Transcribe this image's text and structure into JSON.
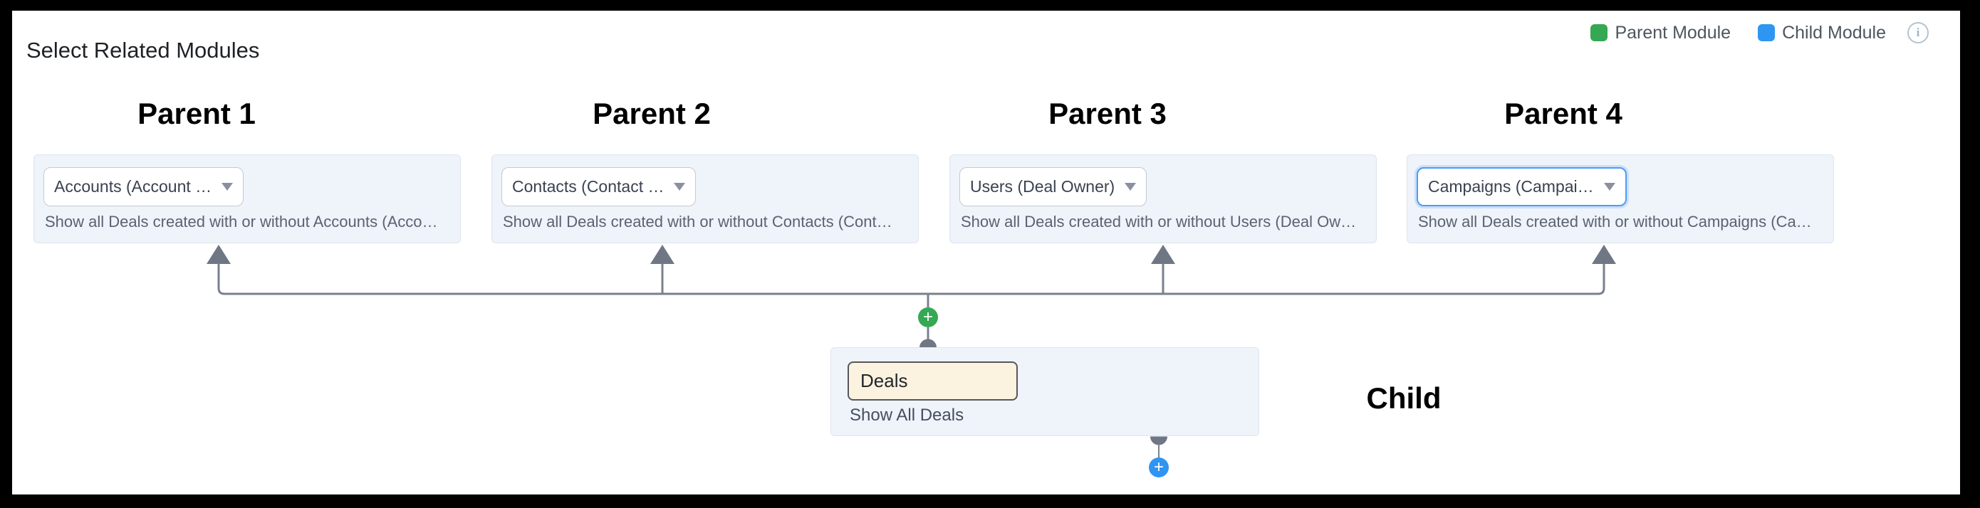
{
  "title": "Select Related Modules",
  "legend": {
    "parent": {
      "label": "Parent Module",
      "color": "#34A853"
    },
    "child": {
      "label": "Child Module",
      "color": "#2E95F3"
    },
    "info_icon": "i"
  },
  "parents": [
    {
      "heading": "Parent 1",
      "module_value": "Accounts (Account …",
      "description": "Show all Deals created with or without Accounts (Acco…"
    },
    {
      "heading": "Parent 2",
      "module_value": "Contacts (Contact …",
      "description": "Show all Deals created with or without Contacts (Cont…"
    },
    {
      "heading": "Parent 3",
      "module_value": "Users (Deal Owner)",
      "description": "Show all Deals created with or without Users (Deal Ow…"
    },
    {
      "heading": "Parent 4",
      "module_value": "Campaigns (Campai…",
      "description": "Show all Deals created with or without Campaigns (Ca…"
    }
  ],
  "child": {
    "heading": "Child",
    "module_value": "Deals",
    "description": "Show All Deals"
  },
  "buttons": {
    "add_parent_module": "+",
    "add_child_module": "+"
  },
  "colors": {
    "parent_accent": "#34A853",
    "child_accent": "#2E95F3",
    "card_background": "#EFF3FA",
    "card_border": "#DEE5F0",
    "connector": "#79818F",
    "child_input_background": "#FBF2DF",
    "focused_dropdown_border": "#4D9BF5"
  }
}
